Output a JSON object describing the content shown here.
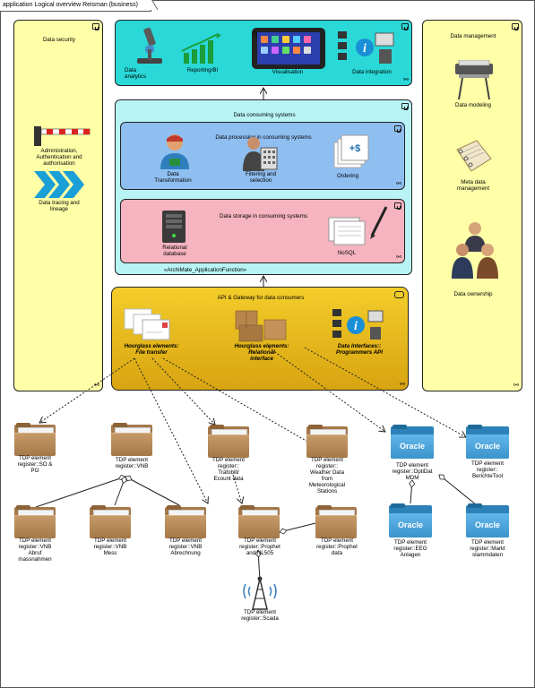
{
  "tab_title": "application Logical overview Reisman (business)",
  "data_security": {
    "title": "Data security",
    "administration": "Administration,\nAuthentication and\nauthorisation",
    "tracing": "Data tracing and\nlineage"
  },
  "data_management": {
    "title": "Data management",
    "modeling": "Data modeling",
    "meta": "Meta data\nmanagement",
    "ownership": "Data ownership"
  },
  "top": {
    "analytics": "Data\nanalytics",
    "reporting": "Reporting/BI",
    "visualisation": "Visualisation",
    "integration": "Data integration"
  },
  "consuming": {
    "title": "Data consuming systems",
    "stereotype": "«ArchiMate_ApplicationFunction»",
    "processing": {
      "title": "Data processing in consuming systems",
      "transformation": "Data\nTransformation",
      "filtering": "Filtering and\nselection",
      "ordering": "Ordering"
    },
    "storage": {
      "title": "Data storage in consuming systems",
      "relational": "Relational\ndatabase",
      "nosql": "NoSQL"
    }
  },
  "api": {
    "title": "API & Gateway for data consumers",
    "file_transfer": "Hourglass elements:\nFile transfer",
    "relational_interface": "Hourglass elements:\nRelational\ninterface",
    "programmers_api": "Data Interfaces::\nProgrammers API"
  },
  "registers": {
    "so_po": "TDP element\nregister::SO &\nPO",
    "vnb": "TDP element\nregister::VNB",
    "trafobill": "TDP element\nregister::\nTrafobill/\nEcount data",
    "weather": "TDP element\nregister::\nWeather Data\nfrom\nMeteorological\nStations",
    "optidat": "TDP element\nregister::OptiDat\nMDM",
    "berichte": "TDP element\nregister::\nBerichteTool",
    "vnb_abruf": "TDP element\nregister::VNB\nAbruf\nmassnahmen",
    "vnb_mess": "TDP element\nregister::VNB\nMess",
    "vnb_abrechnung": "TDP element\nregister::VNB\nAbrechnung",
    "prophet_nl": "TDP element\nregister::Prophet\nand NL505",
    "prophet_data": "TDP element\nregister::Prophet\ndata",
    "eeg": "TDP element\nregister::EEG\nAnlagen",
    "markt": "TDP element\nregister::Markt\nstammdaten",
    "scada": "TDP element\nregister::Scada",
    "oracle_label": "Oracle"
  },
  "colors": {
    "security_bg": "#ffffa8",
    "top_bg": "#2ad8d8",
    "consuming_bg": "#b8f4f6",
    "processing_bg": "#8fbef0",
    "storage_bg": "#f5b4c0",
    "api_bg": "#e8b818"
  }
}
